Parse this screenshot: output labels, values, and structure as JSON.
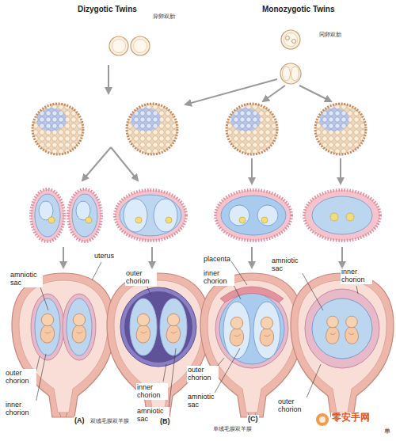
{
  "diagram": {
    "labels": [
      "Dizygotic Twins",
      "异卵双胎",
      "Monozygotic Twins",
      "同卵双胎",
      "uterus",
      "amniotic sac",
      "outer chorion",
      "inner chorion",
      "(A)",
      "双绒毛膜双羊膜",
      "outer chorion",
      "inner chorion",
      "amniotic sac",
      "(B)",
      "placenta",
      "inner chorion",
      "outer chorion",
      "amniotic sac",
      "(C)",
      "单绒毛膜双羊膜",
      "amniotic sac",
      "inner chorion",
      "outer chorion",
      "单",
      "零安手网"
    ]
  }
}
